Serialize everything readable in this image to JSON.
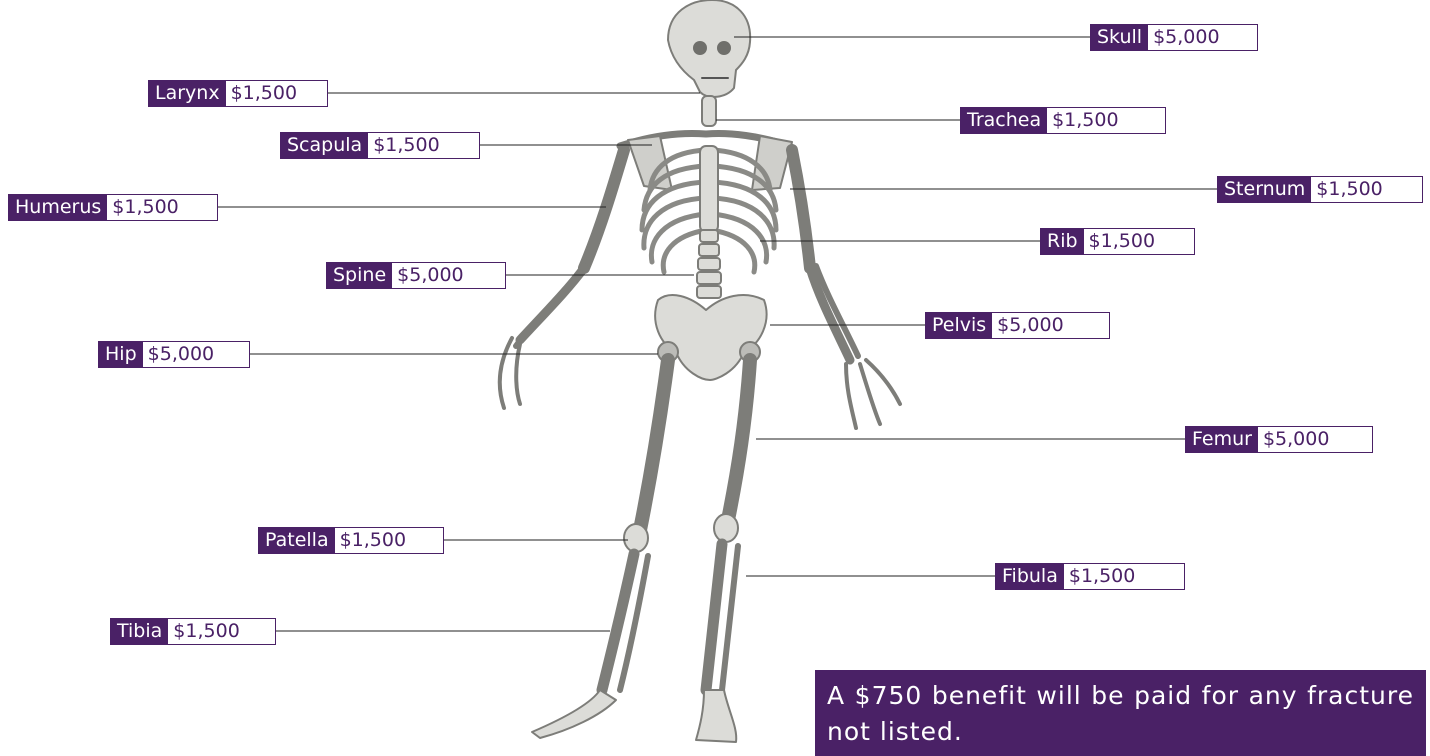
{
  "bones": [
    {
      "id": "skull",
      "name": "Skull",
      "amount": "$5,000"
    },
    {
      "id": "larynx",
      "name": "Larynx",
      "amount": "$1,500"
    },
    {
      "id": "trachea",
      "name": "Trachea",
      "amount": "$1,500"
    },
    {
      "id": "scapula",
      "name": "Scapula",
      "amount": "$1,500"
    },
    {
      "id": "humerus",
      "name": "Humerus",
      "amount": "$1,500"
    },
    {
      "id": "sternum",
      "name": "Sternum",
      "amount": "$1,500"
    },
    {
      "id": "rib",
      "name": "Rib",
      "amount": "$1,500"
    },
    {
      "id": "spine",
      "name": "Spine",
      "amount": "$5,000"
    },
    {
      "id": "pelvis",
      "name": "Pelvis",
      "amount": "$5,000"
    },
    {
      "id": "hip",
      "name": "Hip",
      "amount": "$5,000"
    },
    {
      "id": "femur",
      "name": "Femur",
      "amount": "$5,000"
    },
    {
      "id": "patella",
      "name": "Patella",
      "amount": "$1,500"
    },
    {
      "id": "fibula",
      "name": "Fibula",
      "amount": "$1,500"
    },
    {
      "id": "tibia",
      "name": "Tibia",
      "amount": "$1,500"
    }
  ],
  "note": "A $750 benefit will be paid for any fracture not listed.",
  "colors": {
    "accent": "#4a2166",
    "bone": "#d9d9d6",
    "bone_shadow": "#8e8e8a"
  }
}
